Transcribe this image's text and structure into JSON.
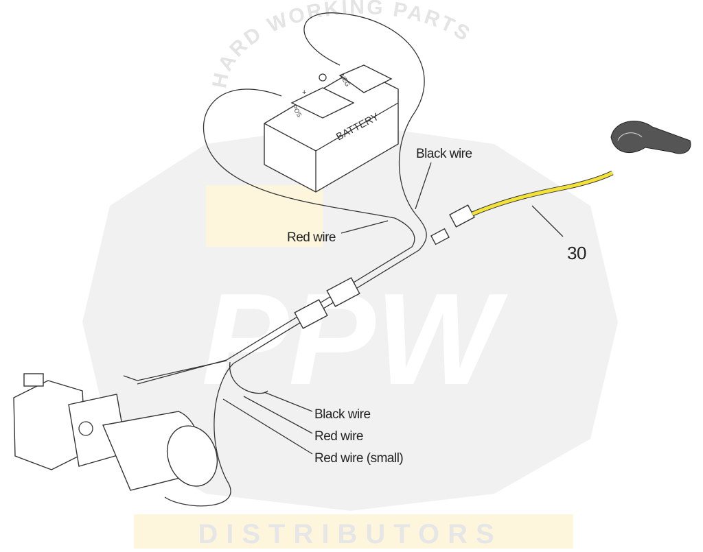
{
  "watermark": {
    "arc_text": "HARD WORKING PARTS",
    "logo_main": "PPW",
    "logo_sub": "DISTRIBUTORS",
    "colors": {
      "shield": "#ececec",
      "accent": "#fdf4d4"
    }
  },
  "battery": {
    "label": "BATTERY",
    "pos_label": "POS",
    "neg_label": "NEG",
    "plus": "+",
    "minus": "−"
  },
  "callouts": {
    "black_wire_top": "Black wire",
    "red_wire_top": "Red wire",
    "part_number": "30",
    "black_wire_bottom": "Black wire",
    "red_wire_bottom": "Red wire",
    "red_wire_small": "Red wire (small)"
  },
  "colors": {
    "harness_highlight": "#f2e23a",
    "line": "#333333"
  }
}
